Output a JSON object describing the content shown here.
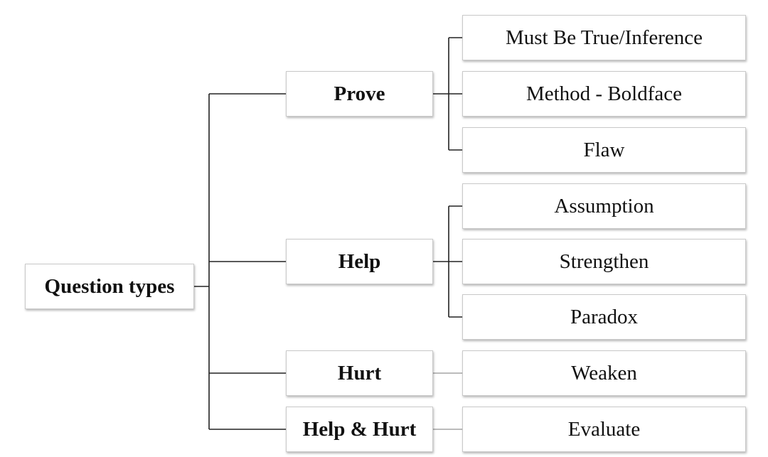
{
  "root": {
    "label": "Question types"
  },
  "categories": [
    {
      "label": "Prove",
      "children": [
        "Must Be True/Inference",
        "Method - Boldface",
        "Flaw"
      ]
    },
    {
      "label": "Help",
      "children": [
        "Assumption",
        "Strengthen",
        "Paradox"
      ]
    },
    {
      "label": "Hurt",
      "children": [
        "Weaken"
      ]
    },
    {
      "label": "Help & Hurt",
      "children": [
        "Evaluate"
      ]
    }
  ]
}
